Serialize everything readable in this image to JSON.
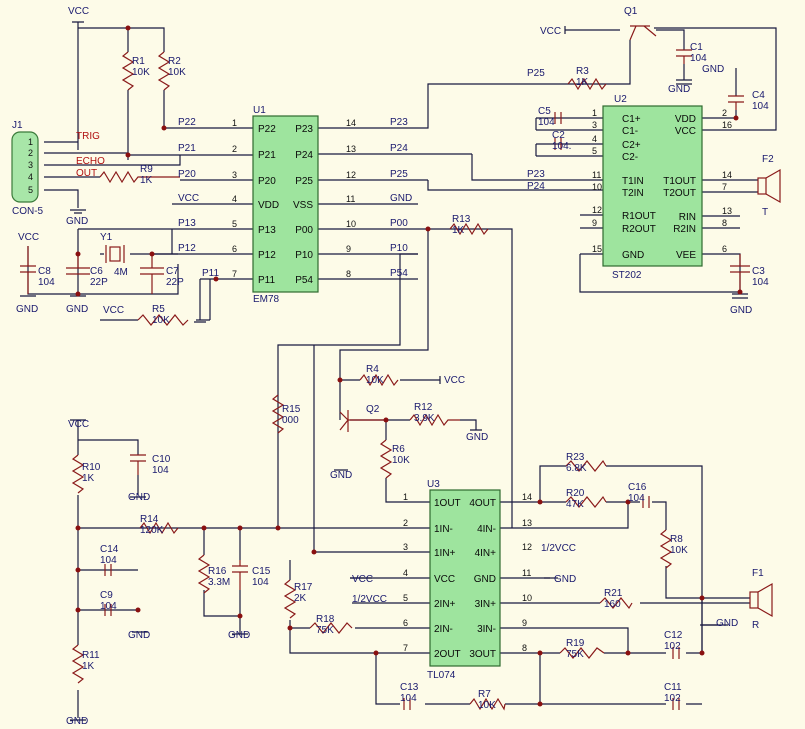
{
  "colors": {
    "wire": "#1a1a40",
    "component": "#8a1a1a",
    "chip_fill": "#9ee49e",
    "dot": "#8a1010",
    "background": "#fdfbe8"
  },
  "chips": {
    "u1": {
      "ref": "U1",
      "part": "EM78",
      "left_pins": [
        {
          "num": "1",
          "name": "P22"
        },
        {
          "num": "2",
          "name": "P21"
        },
        {
          "num": "3",
          "name": "P20"
        },
        {
          "num": "4",
          "name": "VDD"
        },
        {
          "num": "5",
          "name": "P13"
        },
        {
          "num": "6",
          "name": "P12"
        },
        {
          "num": "7",
          "name": "P11"
        }
      ],
      "right_pins": [
        {
          "num": "14",
          "name": "P23"
        },
        {
          "num": "13",
          "name": "P24"
        },
        {
          "num": "12",
          "name": "P25"
        },
        {
          "num": "11",
          "name": "VSS"
        },
        {
          "num": "10",
          "name": "P00"
        },
        {
          "num": "9",
          "name": "P10"
        },
        {
          "num": "8",
          "name": "P54"
        }
      ]
    },
    "u2": {
      "ref": "U2",
      "part": "ST202",
      "left_pins": [
        {
          "num": "1",
          "name": "C1+"
        },
        {
          "num": "3",
          "name": "C1-"
        },
        {
          "num": "4",
          "name": "C2+"
        },
        {
          "num": "5",
          "name": "C2-"
        },
        {
          "num": "11",
          "name": "T1IN"
        },
        {
          "num": "10",
          "name": "T2IN"
        },
        {
          "num": "12",
          "name": "R1OUT"
        },
        {
          "num": "9",
          "name": "R2OUT"
        },
        {
          "num": "15",
          "name": "GND"
        }
      ],
      "right_pins": [
        {
          "num": "2",
          "name": "VDD"
        },
        {
          "num": "16",
          "name": "VCC"
        },
        {
          "num": "14",
          "name": "T1OUT"
        },
        {
          "num": "7",
          "name": "T2OUT"
        },
        {
          "num": "13",
          "name": "RIN"
        },
        {
          "num": "8",
          "name": "R2IN"
        },
        {
          "num": "6",
          "name": "VEE"
        }
      ]
    },
    "u3": {
      "ref": "U3",
      "part": "TL074",
      "left_pins": [
        {
          "num": "1",
          "name": "1OUT"
        },
        {
          "num": "2",
          "name": "1IN-"
        },
        {
          "num": "3",
          "name": "1IN+"
        },
        {
          "num": "4",
          "name": "VCC"
        },
        {
          "num": "5",
          "name": "2IN+"
        },
        {
          "num": "6",
          "name": "2IN-"
        },
        {
          "num": "7",
          "name": "2OUT"
        }
      ],
      "right_pins": [
        {
          "num": "14",
          "name": "4OUT"
        },
        {
          "num": "13",
          "name": "4IN-"
        },
        {
          "num": "12",
          "name": "4IN+"
        },
        {
          "num": "11",
          "name": "GND"
        },
        {
          "num": "10",
          "name": "3IN+"
        },
        {
          "num": "9",
          "name": "3IN-"
        },
        {
          "num": "8",
          "name": "3OUT"
        }
      ]
    }
  },
  "connector": {
    "ref": "J1",
    "part": "CON-5",
    "pins": [
      "1",
      "2",
      "3",
      "4",
      "5"
    ],
    "signals": [
      "TRIG",
      "ECHO",
      "OUT"
    ]
  },
  "nets": {
    "vcc": "VCC",
    "gnd": "GND",
    "half_vcc": "1/2VCC",
    "p22": "P22",
    "p21": "P21",
    "p20": "P20",
    "p13": "P13",
    "p12": "P12",
    "p11": "P11",
    "p23": "P23",
    "p24": "P24",
    "p25": "P25",
    "p00": "P00",
    "p10": "P10",
    "p54": "P54"
  },
  "resistors": {
    "r1": {
      "ref": "R1",
      "value": "10K"
    },
    "r2": {
      "ref": "R2",
      "value": "10K"
    },
    "r3": {
      "ref": "R3",
      "value": "1K"
    },
    "r4": {
      "ref": "R4",
      "value": "10K"
    },
    "r5": {
      "ref": "R5",
      "value": "10K"
    },
    "r6": {
      "ref": "R6",
      "value": "10K"
    },
    "r7": {
      "ref": "R7",
      "value": "10K"
    },
    "r8": {
      "ref": "R8",
      "value": "10K"
    },
    "r9": {
      "ref": "R9",
      "value": "1K"
    },
    "r10": {
      "ref": "R10",
      "value": "1K"
    },
    "r11": {
      "ref": "R11",
      "value": "1K"
    },
    "r12": {
      "ref": "R12",
      "value": "3.9K"
    },
    "r13": {
      "ref": "R13",
      "value": "1K"
    },
    "r14": {
      "ref": "R14",
      "value": "120K"
    },
    "r15": {
      "ref": "R15",
      "value": "000"
    },
    "r16": {
      "ref": "R16",
      "value": "3.3M"
    },
    "r17": {
      "ref": "R17",
      "value": "2K"
    },
    "r18": {
      "ref": "R18",
      "value": "75K"
    },
    "r19": {
      "ref": "R19",
      "value": "75K"
    },
    "r20": {
      "ref": "R20",
      "value": "47K"
    },
    "r21": {
      "ref": "R21",
      "value": "160"
    },
    "r23": {
      "ref": "R23",
      "value": "6.8K"
    }
  },
  "capacitors": {
    "c1": {
      "ref": "C1",
      "value": "104"
    },
    "c2": {
      "ref": "C2",
      "value": "104."
    },
    "c3": {
      "ref": "C3",
      "value": "104"
    },
    "c4": {
      "ref": "C4",
      "value": "104"
    },
    "c5": {
      "ref": "C5",
      "value": "104"
    },
    "c6": {
      "ref": "C6",
      "value": "22P"
    },
    "c7": {
      "ref": "C7",
      "value": "22P"
    },
    "c8": {
      "ref": "C8",
      "value": "104"
    },
    "c9": {
      "ref": "C9",
      "value": "104"
    },
    "c10": {
      "ref": "C10",
      "value": "104"
    },
    "c11": {
      "ref": "C11",
      "value": "102"
    },
    "c12": {
      "ref": "C12",
      "value": "102"
    },
    "c13": {
      "ref": "C13",
      "value": "104"
    },
    "c14": {
      "ref": "C14",
      "value": "104"
    },
    "c15": {
      "ref": "C15",
      "value": "104"
    },
    "c16": {
      "ref": "C16",
      "value": "104"
    }
  },
  "crystal": {
    "ref": "Y1",
    "value": "4M"
  },
  "transistors": {
    "q1": "Q1",
    "q2": "Q2"
  },
  "speakers": {
    "f1": {
      "ref": "F1",
      "label": "R"
    },
    "f2": {
      "ref": "F2",
      "label": "T"
    }
  }
}
